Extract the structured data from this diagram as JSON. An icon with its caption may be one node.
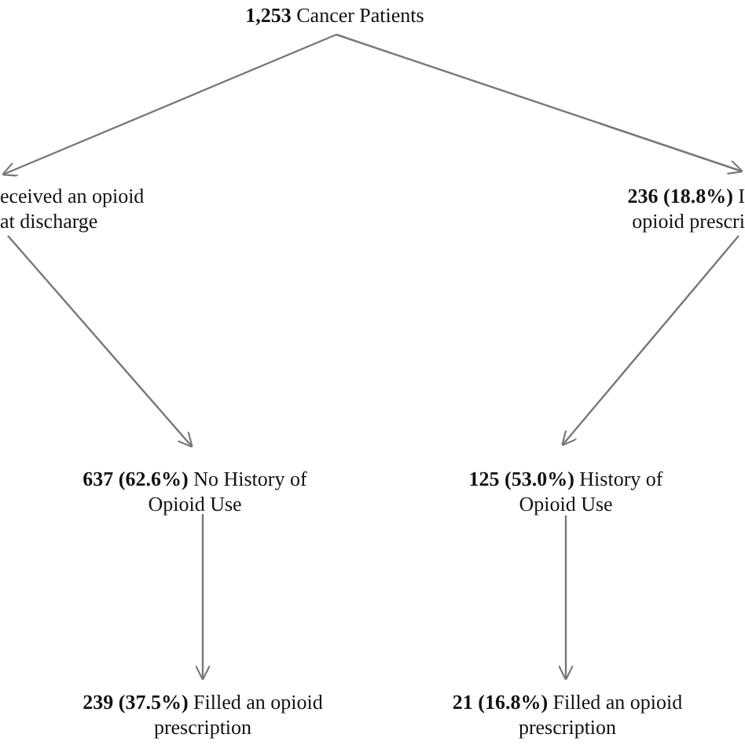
{
  "diagram": {
    "nodes": [
      {
        "text": [
          "**1,253** Cancer Patients"
        ]
      },
      {
        "text": [
          "eceived an opioid at discharge"
        ]
      },
      {
        "text": [
          "**236 (18.8%)** I opioid prescri"
        ]
      },
      {
        "text": [
          "**637 (62.6%)** No History of Opioid Use"
        ]
      },
      {
        "text": [
          "**125 (53.0%)** History of Opioid Use"
        ]
      },
      {
        "text": [
          "**239 (37.5%)** Filled an opioid prescription"
        ]
      },
      {
        "text": [
          "**21 (16.8%)** Filled an opioid prescription"
        ]
      }
    ],
    "edges": [
      {
        "from": 0,
        "to": 1,
        "arrow": "to"
      },
      {
        "from": 0,
        "to": 2,
        "arrow": "to"
      },
      {
        "from": 1,
        "to": 3,
        "arrow": "to"
      },
      {
        "from": 2,
        "to": 4,
        "arrow": "to"
      },
      {
        "from": 3,
        "to": 5,
        "arrow": "to"
      },
      {
        "from": 4,
        "to": 6,
        "arrow": "to"
      }
    ]
  }
}
